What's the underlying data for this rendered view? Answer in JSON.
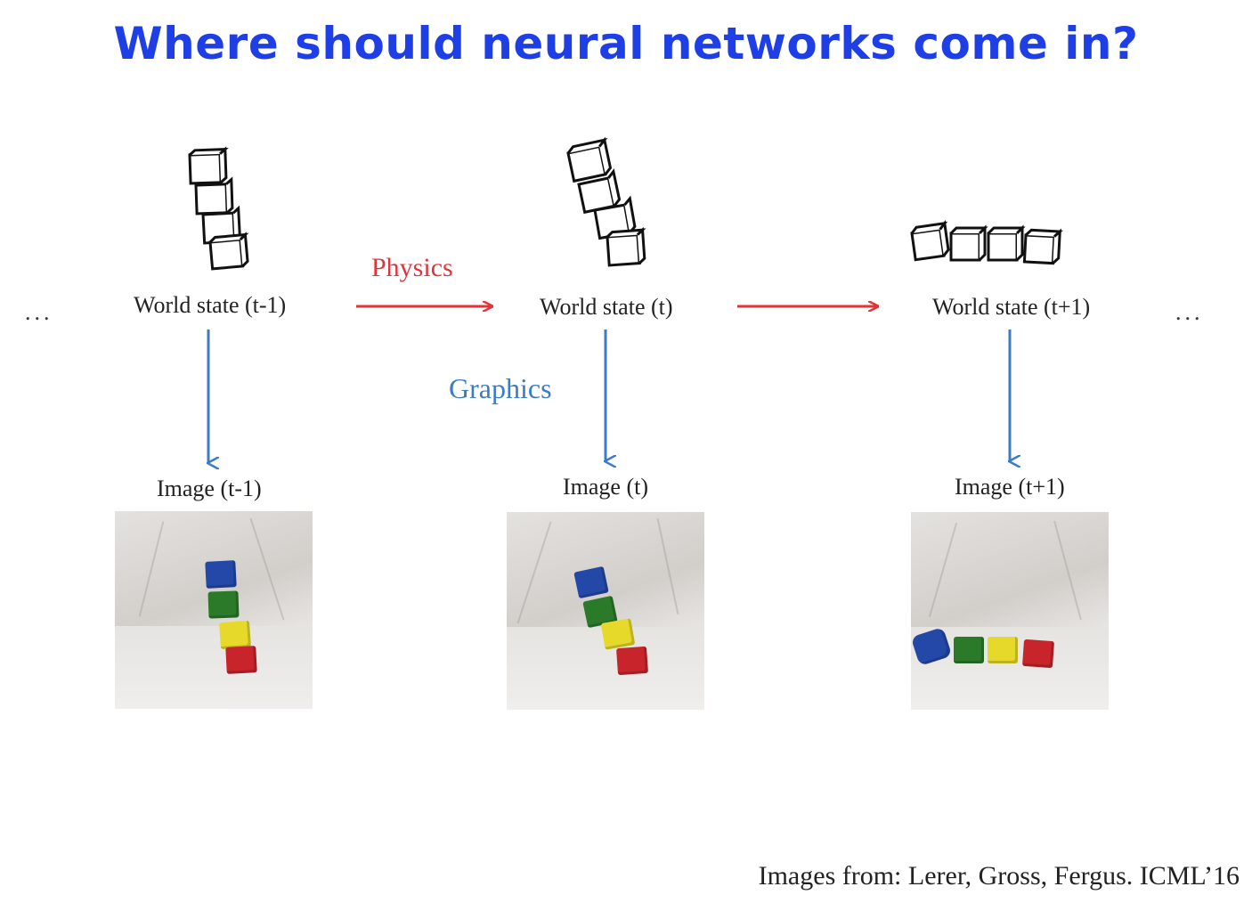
{
  "title": "Where should neural networks come in?",
  "nodes": {
    "world_prev": "World state (t-1)",
    "world_curr": "World state (t)",
    "world_next": "World state (t+1)",
    "image_prev": "Image (t-1)",
    "image_curr": "Image (t)",
    "image_next": "Image (t+1)"
  },
  "edges": {
    "physics_label": "Physics",
    "graphics_label": "Graphics"
  },
  "ellipsis": "...",
  "credit": "Images from: Lerer, Gross, Fergus. ICML’16",
  "colors": {
    "title": "#1f3fe6",
    "physics": "#e0343a",
    "graphics": "#3c7cc4",
    "block_blue": "#2348a8",
    "block_green": "#2b7a2a",
    "block_yellow": "#e7d92a",
    "block_red": "#c8242b"
  }
}
